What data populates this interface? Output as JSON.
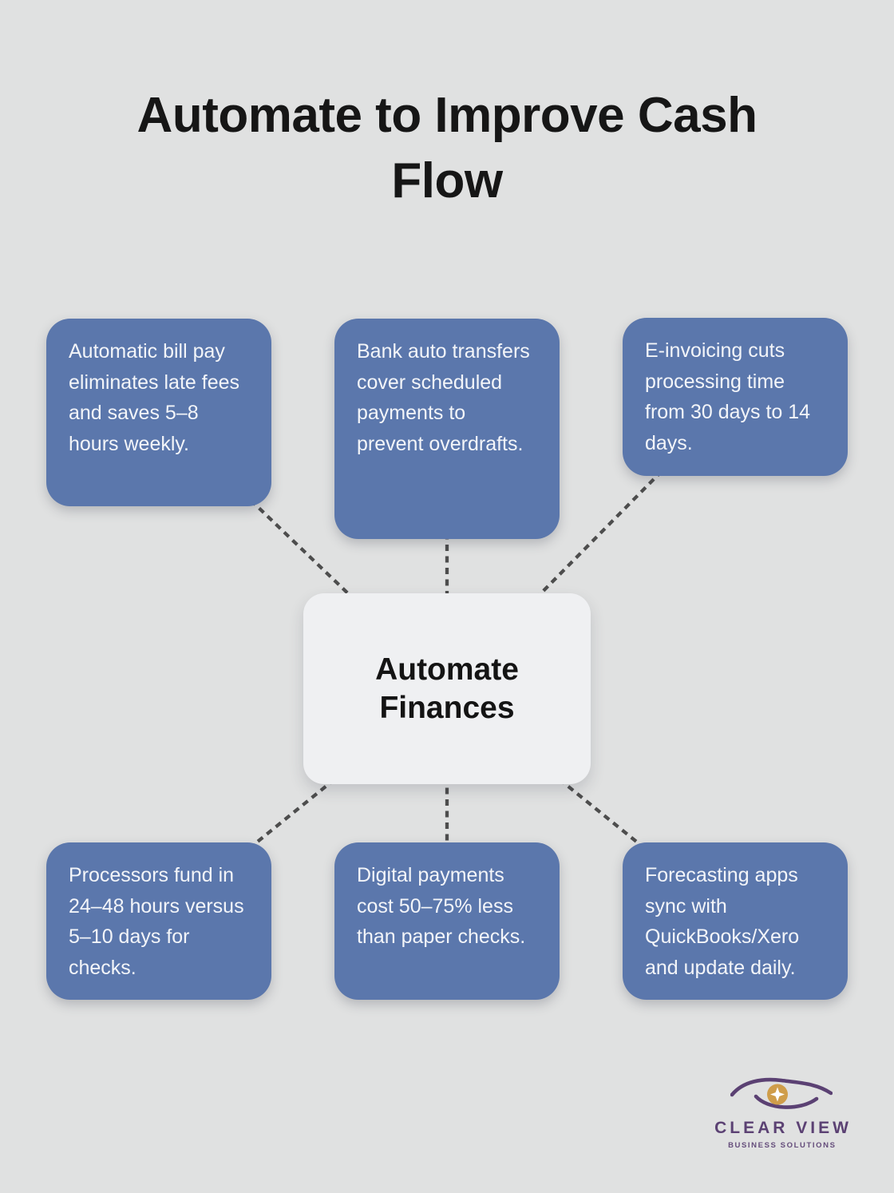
{
  "title": {
    "full": "Automate to Improve Cash Flow",
    "lines": [
      "Automate to Improve Cash",
      "Flow"
    ]
  },
  "center_node": {
    "label": "Automate Finances"
  },
  "nodes": {
    "top_left": {
      "text": "Automatic bill pay eliminates late fees and saves 5–8 hours weekly."
    },
    "top_middle": {
      "text": "Bank auto transfers cover scheduled payments to prevent overdrafts."
    },
    "top_right": {
      "text": "E-invoicing cuts processing time from 30 days to 14 days."
    },
    "bottom_left": {
      "text": "Processors fund in 24–48 hours versus 5–10 days for checks."
    },
    "bottom_middle": {
      "text": "Digital payments cost 50–75% less than paper checks."
    },
    "bottom_right": {
      "text": "Forecasting apps sync with QuickBooks/Xero and update daily."
    }
  },
  "logo": {
    "brand": "CLEAR VIEW",
    "tagline": "BUSINESS SOLUTIONS",
    "icon": "eye-with-star-icon"
  },
  "colors": {
    "background": "#e0e1e1",
    "node_fill": "#5b77ac",
    "node_text": "#f3f5f9",
    "center_fill": "#eff0f2",
    "center_text": "#141414",
    "title_text": "#161616",
    "connector": "#4d4d4d",
    "logo_purple": "#5b4173",
    "logo_gold": "#cf9d4a"
  }
}
